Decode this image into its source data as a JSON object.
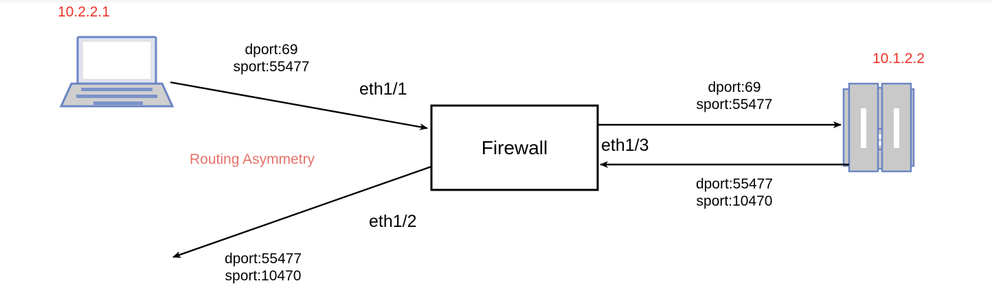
{
  "diagram": {
    "title": "Routing Asymmetry network diagram",
    "background": "#ffffff",
    "colors": {
      "ip_label": "#ee3124",
      "note": "#e8726a",
      "device_stroke": "#6b85c4",
      "device_fill": "#c9c9c9",
      "line": "#000000"
    },
    "nodes": {
      "client": {
        "icon": "laptop-icon",
        "ip": "10.2.2.1"
      },
      "firewall": {
        "label": "Firewall"
      },
      "server": {
        "icon": "server-icon",
        "ip": "10.1.2.2"
      }
    },
    "annotations": {
      "asymmetry_note": "Routing Asymmetry"
    },
    "interfaces": {
      "eth1_1": "eth1/1",
      "eth1_2": "eth1/2",
      "eth1_3": "eth1/3"
    },
    "flows": [
      {
        "name": "client-to-firewall",
        "dport": "dport:69",
        "sport": "sport:55477"
      },
      {
        "name": "firewall-to-server",
        "dport": "dport:69",
        "sport": "sport:55477"
      },
      {
        "name": "server-to-firewall",
        "dport": "dport:55477",
        "sport": "sport:10470"
      },
      {
        "name": "firewall-to-client",
        "dport": "dport:55477",
        "sport": "sport:10470"
      }
    ]
  }
}
